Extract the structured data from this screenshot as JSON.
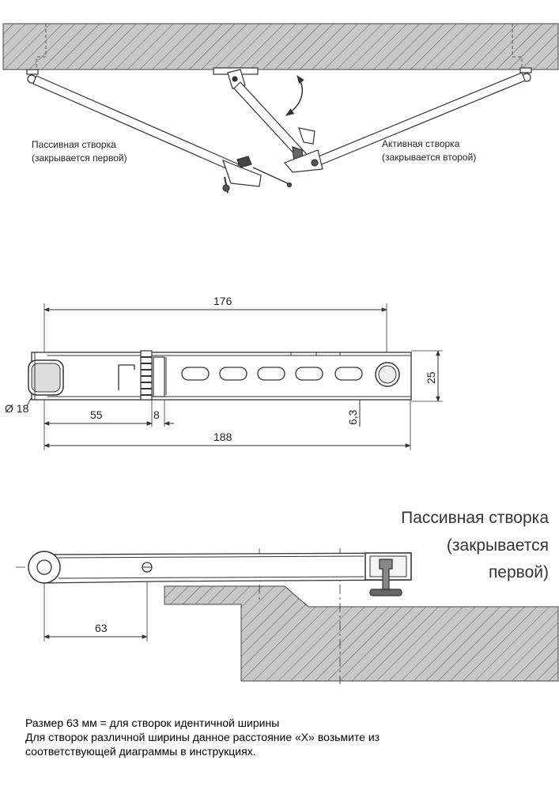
{
  "top_view": {
    "passive_leaf": {
      "title": "Пассивная створка",
      "subtitle": "(закрывается первой)"
    },
    "active_leaf": {
      "title": "Активная створка",
      "subtitle": "(закрывается второй)"
    }
  },
  "plan_view": {
    "dim_overall_top": "176",
    "dim_height": "25",
    "dim_roller": "Ø 18",
    "dim_55": "55",
    "dim_8": "8",
    "dim_slot": "6,3",
    "dim_overall_bottom": "188"
  },
  "side_view": {
    "title_line1": "Пассивная створка",
    "title_line2": "(закрывается",
    "title_line3": "первой)",
    "dim_63": "63"
  },
  "notes": {
    "line1": "Размер 63 мм = для створок идентичной ширины",
    "line2": "Для створок различной ширины данное расстояние «X» возьмите из",
    "line3": "соответствующей диаграммы в инструкциях."
  }
}
